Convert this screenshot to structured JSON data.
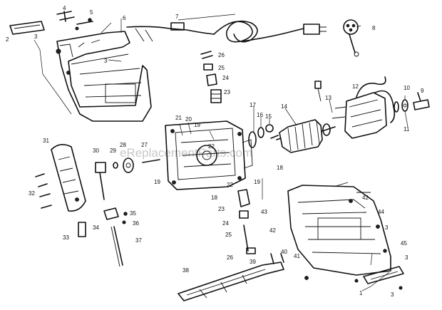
{
  "watermark": "eReplacementParts.com",
  "labels": {
    "l1": "1",
    "l2": "2",
    "l3": "3",
    "l3b": "3",
    "l3c": "3",
    "l3d": "3",
    "l3e": "3",
    "l4": "4",
    "l5": "5",
    "l6": "6",
    "l7": "7",
    "l8": "8",
    "l9": "9",
    "l10": "10",
    "l11": "11",
    "l12": "12",
    "l13": "13",
    "l14": "14",
    "l15": "15",
    "l16": "16",
    "l17": "17",
    "l18": "18",
    "l18b": "18",
    "l19": "19",
    "l19b": "19",
    "l19c": "19",
    "l20": "20",
    "l21": "21",
    "l22": "22",
    "l22b": "22",
    "l23": "23",
    "l23b": "23",
    "l24": "24",
    "l24b": "24",
    "l25": "25",
    "l25b": "25",
    "l26": "26",
    "l26b": "26",
    "l27": "27",
    "l28": "28",
    "l29": "29",
    "l30": "30",
    "l31": "31",
    "l32": "32",
    "l33": "33",
    "l34": "34",
    "l35": "35",
    "l36": "36",
    "l37": "37",
    "l38": "38",
    "l39": "39",
    "l40": "40",
    "l41": "41",
    "l42": "42",
    "l42b": "42",
    "l43": "43",
    "l44": "44",
    "l45": "45"
  }
}
